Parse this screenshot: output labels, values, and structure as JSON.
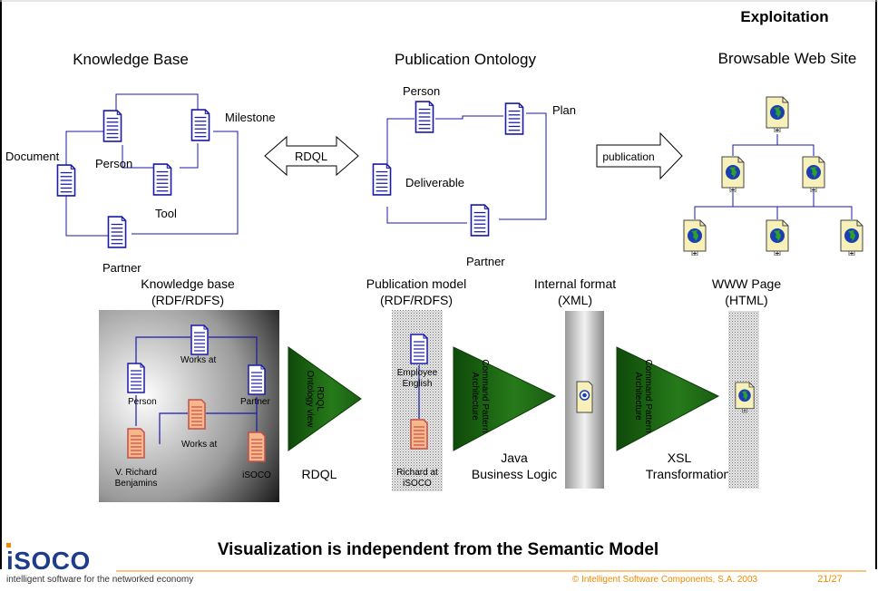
{
  "slide": {
    "heading": "Exploitation",
    "caption": "Visualization is independent from the Semantic Model"
  },
  "top_row": {
    "knowledge_base": {
      "title": "Knowledge Base",
      "nodes": {
        "document": "Document",
        "person": "Person",
        "milestone": "Milestone",
        "tool": "Tool",
        "partner": "Partner"
      }
    },
    "rdql_arrow": "RDQL",
    "publication_ontology": {
      "title": "Publication Ontology",
      "nodes": {
        "person": "Person",
        "plan": "Plan",
        "deliverable": "Deliverable",
        "partner": "Partner"
      }
    },
    "publication_arrow": "publication",
    "web_site": {
      "title": "Browsable Web Site"
    }
  },
  "bottom_row": {
    "kb_panel": {
      "title_line1": "Knowledge base",
      "title_line2": "(RDF/RDFS)",
      "nodes": {
        "works_at_top": "Works at",
        "person": "Person",
        "partner": "Partner",
        "works_at_mid": "Works at",
        "richard_line1": "V. Richard",
        "richard_line2": "Benjamins",
        "isoco": "iSOCO"
      }
    },
    "triangle1": {
      "line1": "Ontology view",
      "line2": "RDQL",
      "below": "RDQL"
    },
    "pub_model": {
      "title_line1": "Publication model",
      "title_line2": "(RDF/RDFS)",
      "employee_line1": "Employee",
      "employee_line2": "English",
      "richard_line1": "Richard at",
      "richard_line2": "iSOCO"
    },
    "triangle2": {
      "line1": "Architecture",
      "line2": "Command Pattern",
      "below1": "Java",
      "below2": "Business Logic"
    },
    "internal_format": {
      "title_line1": "Internal format",
      "title_line2": "(XML)"
    },
    "triangle3": {
      "line1": "Architecture",
      "line2": "Command Pattern",
      "below1": "XSL",
      "below2": "Transformations"
    },
    "www_page": {
      "title_line1": "WWW Page",
      "title_line2": "(HTML)"
    }
  },
  "footer": {
    "logo": "iSOCO",
    "tagline": "intelligent software for the networked economy",
    "copyright": "© Intelligent Software Components, S.A. 2003",
    "page": "21/27"
  },
  "colors": {
    "line_blue": "#1a1aa8",
    "doc_fill": "#ffffff",
    "doc_orange": "#f2a070",
    "triangle_green": "#1e6e14",
    "footer_orange": "#f08a00",
    "logo_blue": "#1e3c8c"
  }
}
